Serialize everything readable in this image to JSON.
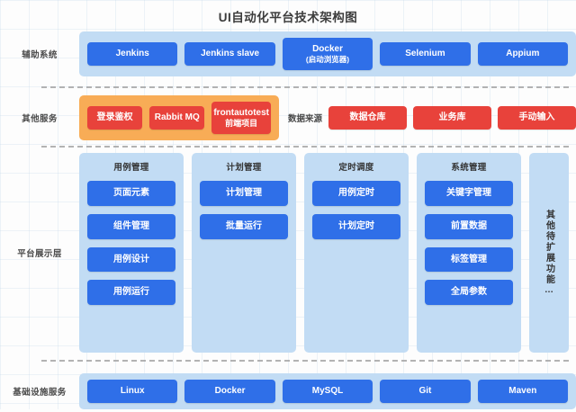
{
  "title": "UI自动化平台技术架构图",
  "layers": {
    "aux": {
      "label": "辅助系统",
      "items": [
        {
          "name": "Jenkins",
          "sub": ""
        },
        {
          "name": "Jenkins slave",
          "sub": ""
        },
        {
          "name": "Docker",
          "sub": "(启动浏览器)"
        },
        {
          "name": "Selenium",
          "sub": ""
        },
        {
          "name": "Appium",
          "sub": ""
        }
      ]
    },
    "services": {
      "label": "其他服务",
      "items": [
        {
          "name": "登录鉴权",
          "sub": ""
        },
        {
          "name": "Rabbit MQ",
          "sub": ""
        },
        {
          "name": "frontautotest",
          "sub": "前端项目"
        }
      ],
      "source_label": "数据来源",
      "sources": [
        {
          "name": "数据仓库"
        },
        {
          "name": "业务库"
        },
        {
          "name": "手动输入"
        }
      ]
    },
    "platform": {
      "label": "平台展示层",
      "columns": [
        {
          "title": "用例管理",
          "items": [
            "页面元素",
            "组件管理",
            "用例设计",
            "用例运行"
          ]
        },
        {
          "title": "计划管理",
          "items": [
            "计划管理",
            "批量运行"
          ]
        },
        {
          "title": "定时调度",
          "items": [
            "用例定时",
            "计划定时"
          ]
        },
        {
          "title": "系统管理",
          "items": [
            "关键字管理",
            "前置数据",
            "标签管理",
            "全局参数"
          ]
        }
      ],
      "extra": "其他待扩展功能…"
    },
    "infra": {
      "label": "基础设施服务",
      "items": [
        {
          "name": "Linux"
        },
        {
          "name": "Docker"
        },
        {
          "name": "MySQL"
        },
        {
          "name": "Git"
        },
        {
          "name": "Maven"
        }
      ]
    }
  },
  "colors": {
    "blue_box": "#2f6fe8",
    "blue_band": "#c2dcf4",
    "orange_band": "#f8ac56",
    "red_box": "#e8423b",
    "title_text": "#3c3c3c"
  }
}
